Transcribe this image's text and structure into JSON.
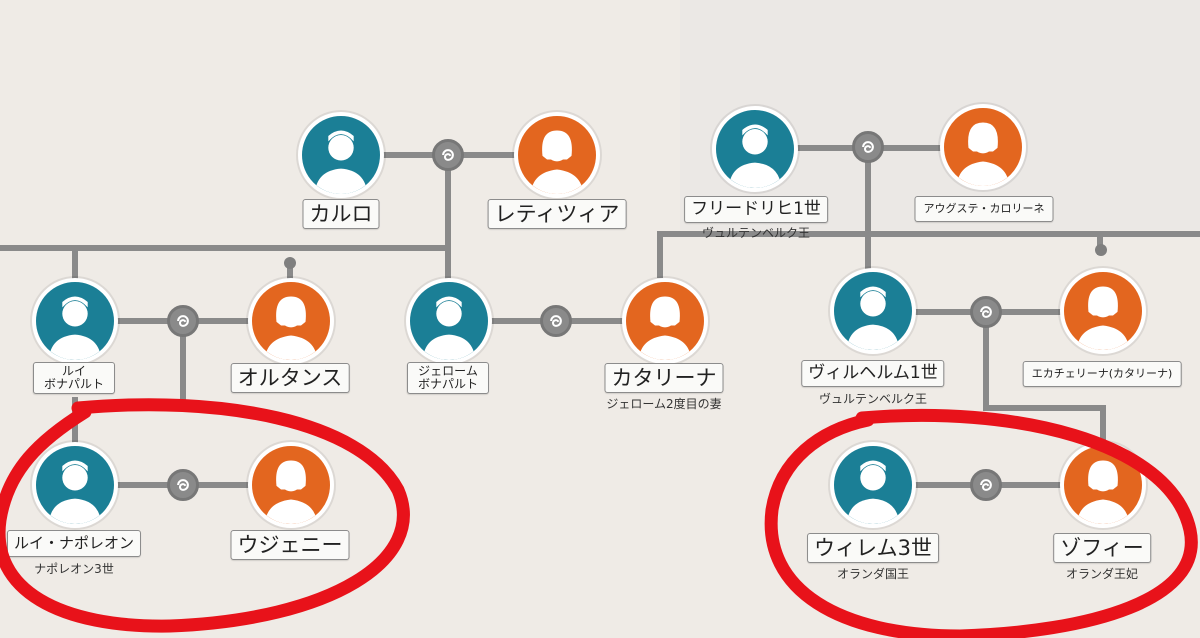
{
  "people": {
    "carlo": {
      "name": "カルロ"
    },
    "letizia": {
      "name": "レティツィア"
    },
    "friedrich": {
      "name": "フリードリヒ1世",
      "subtitle": "ヴュルテンベルク王"
    },
    "auguste": {
      "name": "アウグステ・カロリーネ"
    },
    "louis": {
      "name_line1": "ルイ",
      "name_line2": "ボナパルト"
    },
    "hortense": {
      "name": "オルタンス"
    },
    "jerome": {
      "name_line1": "ジェローム",
      "name_line2": "ボナパルト"
    },
    "catharina": {
      "name": "カタリーナ",
      "subtitle": "ジェローム2度目の妻"
    },
    "wilhelm": {
      "name": "ヴィルヘルム1世",
      "subtitle": "ヴュルテンベルク王"
    },
    "ekaterina": {
      "name": "エカチェリーナ(カタリーナ)"
    },
    "louis_napoleon": {
      "name": "ルイ・ナポレオン",
      "subtitle": "ナポレオン3世"
    },
    "eugenie": {
      "name": "ウジェニー"
    },
    "willem": {
      "name": "ウィレム3世",
      "subtitle": "オランダ国王"
    },
    "sophie": {
      "name": "ゾフィー",
      "subtitle": "オランダ王妃"
    }
  },
  "icons": {
    "male": "male-person-icon",
    "female": "female-person-icon",
    "marriage": "marriage-ring-icon"
  },
  "colors": {
    "male": "#1b7f96",
    "female": "#e3661f",
    "connector": "#8a8a8a",
    "highlight": "#e8121a",
    "background": "#efebe6"
  }
}
